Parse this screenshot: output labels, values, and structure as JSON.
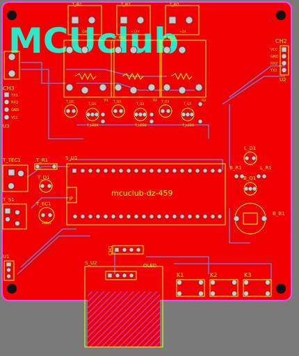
{
  "board": {
    "logo": "MCUclub",
    "mcu_label": "mcuclub-dz-459",
    "colors": {
      "bg": "#7a7a7a",
      "copper": "#f00000",
      "silk": "#ffff00",
      "trace": "#7777cc",
      "logo": "#2ee6c8",
      "pad": "#c9c9c9",
      "outline": "#ff44ff"
    }
  },
  "labels": {
    "t_ir1": "T_IR1",
    "t_ir2": "T_IR2",
    "t_ir3": "T_IR3",
    "port_gnd": "GND",
    "port_sig1": "+12V",
    "port_sig2": "+24",
    "t_rs1": "T_RS1",
    "t_rs2": "T_RS2",
    "ch2": "CH2",
    "ch2_vcc": "VCC",
    "ch2_gnd": "GND",
    "ch2_rx": "RX2",
    "ch2_tx": "TX2",
    "ch2_ref": "U2",
    "ch3": "CH3",
    "ch3_tx": "TX3",
    "ch3_rx": "RX3",
    "ch3_gnd": "GND",
    "ch3_vcc": "VCC",
    "ch3_ref": "U3",
    "t_d1": "T_D1",
    "t_d2": "T_D2",
    "t_d3": "T_D3",
    "t_q1": "T_Q1",
    "t_q2": "T_Q2",
    "t_q3": "T_Q3",
    "t_led1": "T_LED1",
    "t_led2": "T_LED2",
    "t_led3": "T_LED3",
    "r1": "R1",
    "r2": "R2",
    "r3": "R3",
    "t_tec1": "T_TEC1",
    "t_r1": "T_R1",
    "t_d1b": "T_D1",
    "t_ec1": "T_EC1",
    "t_ec1_val": "220uF",
    "t_s1": "T_S1",
    "s_u1": "S_U1",
    "u1": "U1",
    "l_d1": "L_D1",
    "b_r1": "B_R1",
    "l_r1": "L_R1",
    "b_q1": "B_Q1",
    "b_b1": "B_B1",
    "ch1": "CH1",
    "s_u2": "S_U2",
    "oled": "OLED",
    "k1": "K1",
    "k2": "K2",
    "k3": "K3",
    "jp": "JP"
  }
}
